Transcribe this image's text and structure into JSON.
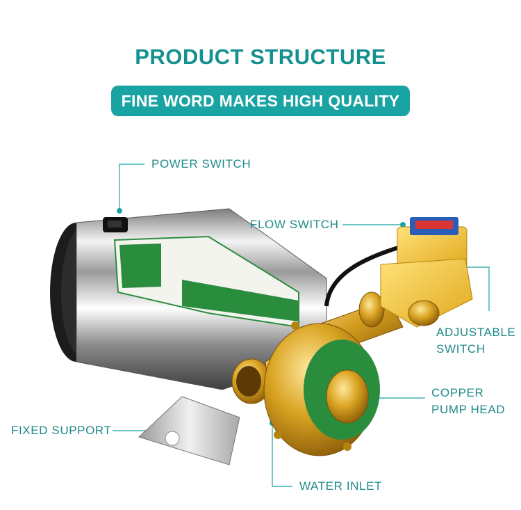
{
  "heading": {
    "title": "PRODUCT STRUCTURE",
    "subtitle": "FINE WORD MAKES HIGH QUALITY"
  },
  "colors": {
    "accent": "#1aa3a3",
    "title_text": "#14908f",
    "label_text": "#1f8a8a",
    "pill_text": "#ffffff"
  },
  "callouts": {
    "power_switch": "POWER SWITCH",
    "flow_switch": "FLOW SWITCH",
    "adjustable_switch_line1": "ADJUSTABLE",
    "adjustable_switch_line2": "SWITCH",
    "copper_pump_head_line1": "COPPER",
    "copper_pump_head_line2": "PUMP HEAD",
    "fixed_support": "FIXED SUPPORT",
    "water_inlet": "WATER INLET"
  },
  "product_image": {
    "description_icon": "water-pump-illustration"
  }
}
